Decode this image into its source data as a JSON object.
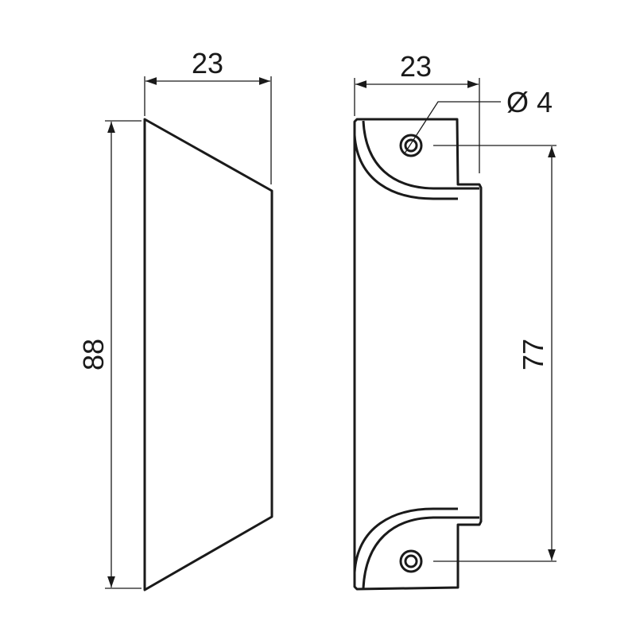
{
  "drawing": {
    "side_view": {
      "width_label": "23",
      "height_label": "88"
    },
    "front_view": {
      "width_label": "23",
      "hole_diameter_label": "Ø 4",
      "hole_spacing_label": "77"
    },
    "colors": {
      "line": "#1a1a1a",
      "background": "#ffffff"
    }
  }
}
